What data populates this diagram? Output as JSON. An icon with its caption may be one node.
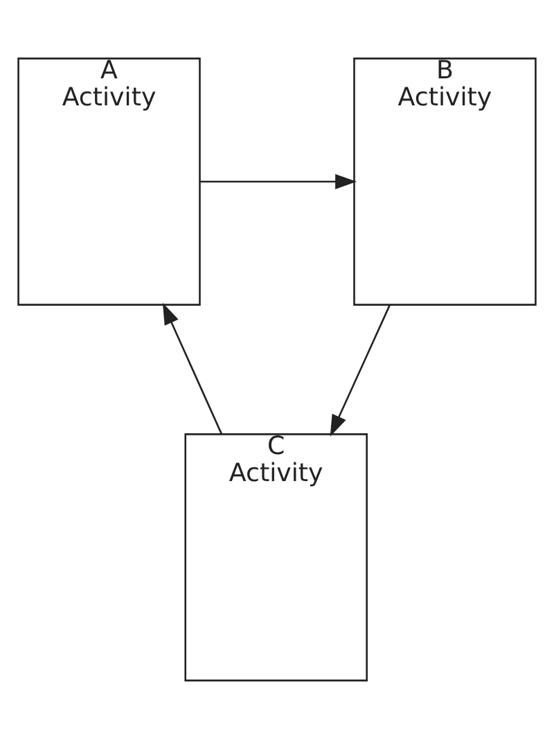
{
  "diagram": {
    "nodes": [
      {
        "text": [
          "A",
          "Activity"
        ]
      },
      {
        "text": [
          "B",
          "Activity"
        ]
      },
      {
        "text": [
          "C",
          "Activity"
        ]
      }
    ],
    "edges": [
      {
        "from": 0,
        "to": 1,
        "arrow": "to"
      },
      {
        "from": 1,
        "to": 2,
        "arrow": "to"
      },
      {
        "from": 2,
        "to": 0,
        "arrow": "to"
      }
    ]
  }
}
